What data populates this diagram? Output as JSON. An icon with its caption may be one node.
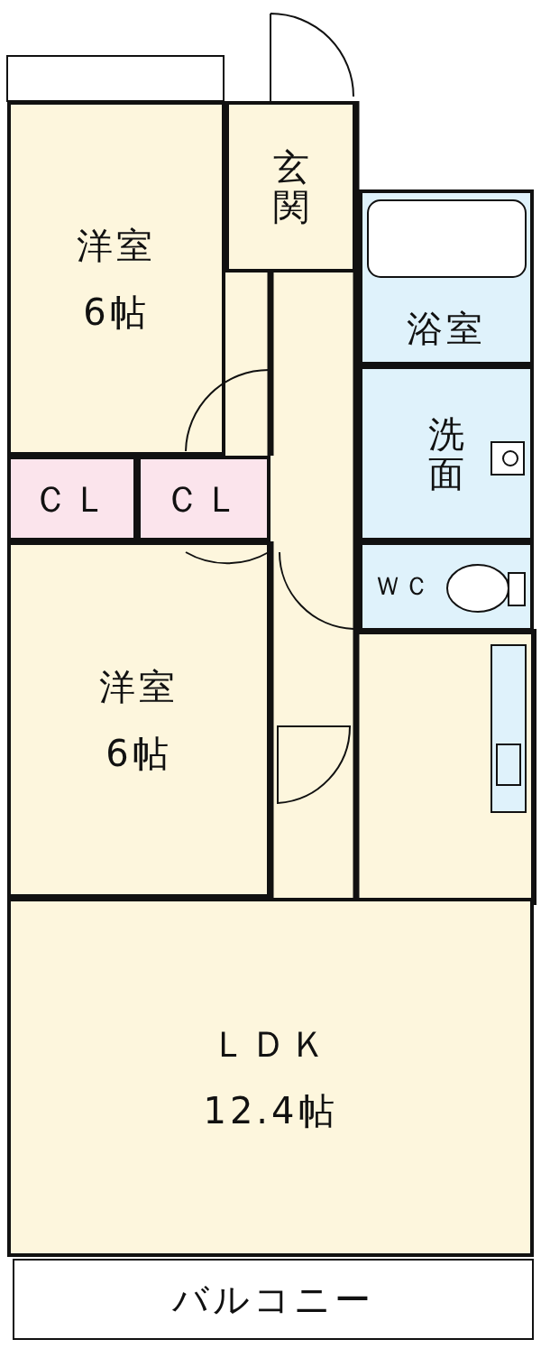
{
  "diagram": {
    "nodes": [
      {
        "text": [
          "洋室",
          "6帖"
        ]
      },
      {
        "text": [
          "玄関"
        ]
      },
      {
        "text": [
          "浴室"
        ]
      },
      {
        "text": [
          "洗面"
        ]
      },
      {
        "text": [
          "ＣＬ"
        ]
      },
      {
        "text": [
          "ＣＬ"
        ]
      },
      {
        "text": [
          "ＷＣ"
        ]
      },
      {
        "text": [
          "洋室",
          "6帖"
        ]
      },
      {
        "text": [
          "ＬＤＫ",
          "12.4帖"
        ]
      },
      {
        "text": [
          "バルコニー"
        ]
      }
    ]
  }
}
